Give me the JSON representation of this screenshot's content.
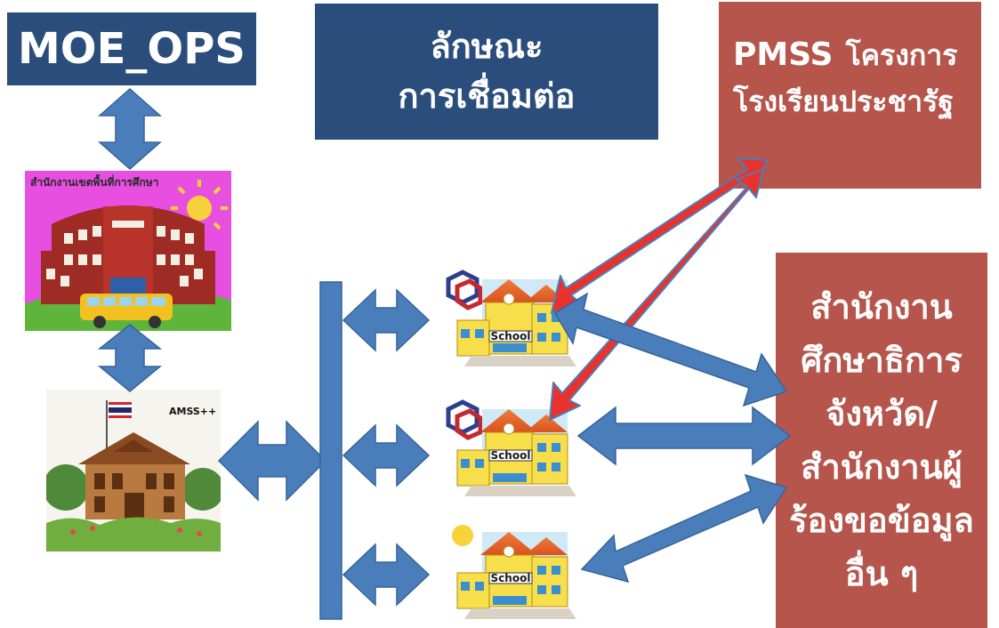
{
  "top_left_box": {
    "label": "MOE_OPS"
  },
  "title_box": {
    "line1": "ลักษณะ",
    "line2": "การเชื่อมต่อ"
  },
  "pmss_box": {
    "label": "PMSS",
    "line1_rest": "โครงการ",
    "line2": "โรงเรียนประชารัฐ"
  },
  "office_box": {
    "lines": [
      "สำนักงาน",
      "ศึกษาธิการ",
      "จังหวัด/",
      "สำนักงานผู้",
      "ร้องขอข้อมูล",
      "อื่น ๆ"
    ]
  },
  "area_office_image": {
    "caption": "สำนักงานเขตพื้นที่การศึกษา"
  },
  "amss_image": {
    "caption": "AMSS++"
  },
  "schools": [
    {
      "sign": "School"
    },
    {
      "sign": "School"
    },
    {
      "sign": "School"
    }
  ],
  "colors": {
    "navy_box": "#2b4d7c",
    "red_box": "#b5554b",
    "blue_arrow": "#4a7ebb",
    "red_arrow": "#e8322b"
  }
}
